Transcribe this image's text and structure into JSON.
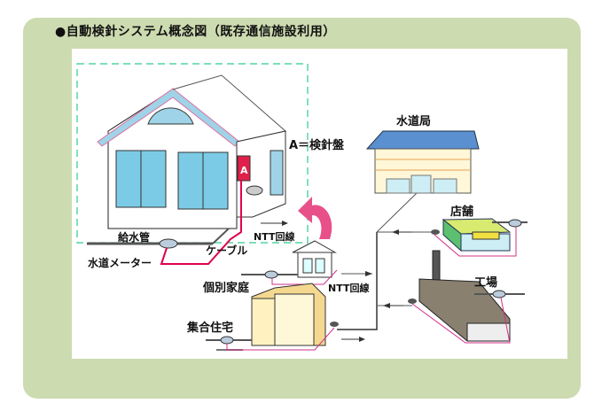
{
  "title": "●自動検針システム概念図（既存通信施設利用）",
  "labels": {
    "water_bureau": "水道局",
    "meter_panel": "A＝検針盤",
    "meter_panel_mark": "A",
    "supply_pipe": "給水管",
    "cable": "ケーブル",
    "ntt_line_house": "NTT回線",
    "water_meter": "水道メーター",
    "individual_home": "個別家庭",
    "ntt_line_main": "NTT回線",
    "store": "店舗",
    "factory": "工場",
    "apartment": "集合住宅"
  },
  "colors": {
    "panel": "#cddbb0",
    "cable": "#e0004a",
    "line": "#d0308a",
    "dash": "#2ecc8a"
  }
}
